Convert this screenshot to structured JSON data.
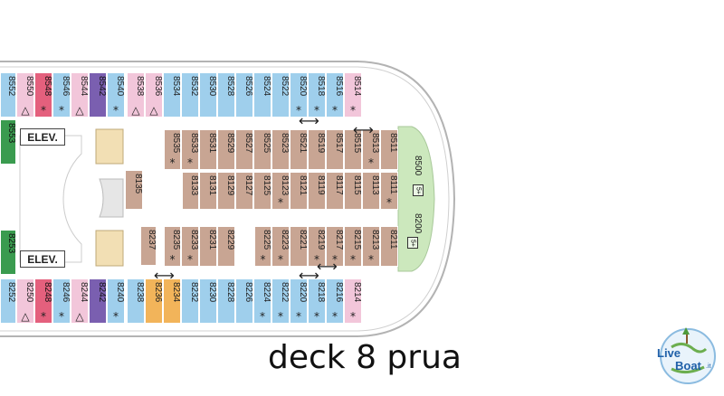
{
  "caption": "deck 8 prua",
  "logo": {
    "line1": "Live",
    "line2": "Boat",
    "domain": ".it"
  },
  "elevators": [
    {
      "label": "ELEV."
    },
    {
      "label": "ELEV."
    }
  ],
  "legend_symbols": {
    "star": "*",
    "triangle": "△",
    "double_arrow": "⟷"
  },
  "colors": {
    "blue": "#9fcfec",
    "pink": "#f2c6da",
    "red": "#e4607d",
    "purple": "#7a5fb0",
    "tan": "#c8a593",
    "orange": "#f2b45a",
    "green": "#3a9b4f",
    "light_green": "#cce8bd",
    "hull_grey": "#b3b3b3"
  },
  "cabins": [
    {
      "id": "8552",
      "color": "blue",
      "sym": ""
    },
    {
      "id": "8550",
      "color": "pink",
      "sym": "△"
    },
    {
      "id": "8548",
      "color": "red",
      "sym": "*"
    },
    {
      "id": "8546",
      "color": "blue",
      "sym": "*"
    },
    {
      "id": "8544",
      "color": "pink",
      "sym": "△"
    },
    {
      "id": "8542",
      "color": "purple",
      "sym": ""
    },
    {
      "id": "8540",
      "color": "blue",
      "sym": "*"
    },
    {
      "id": "8538",
      "color": "pink",
      "sym": "△"
    },
    {
      "id": "8536",
      "color": "pink",
      "sym": "△"
    },
    {
      "id": "8534",
      "color": "blue",
      "sym": ""
    },
    {
      "id": "8532",
      "color": "blue",
      "sym": ""
    },
    {
      "id": "8530",
      "color": "blue",
      "sym": ""
    },
    {
      "id": "8528",
      "color": "blue",
      "sym": ""
    },
    {
      "id": "8526",
      "color": "blue",
      "sym": ""
    },
    {
      "id": "8524",
      "color": "blue",
      "sym": ""
    },
    {
      "id": "8522",
      "color": "blue",
      "sym": ""
    },
    {
      "id": "8520",
      "color": "blue",
      "sym": "*"
    },
    {
      "id": "8518",
      "color": "blue",
      "sym": "*"
    },
    {
      "id": "8516",
      "color": "blue",
      "sym": "*"
    },
    {
      "id": "8514",
      "color": "pink",
      "sym": "*"
    },
    {
      "id": "8535",
      "color": "tan",
      "sym": "*"
    },
    {
      "id": "8533",
      "color": "tan",
      "sym": "*"
    },
    {
      "id": "8531",
      "color": "tan",
      "sym": ""
    },
    {
      "id": "8529",
      "color": "tan",
      "sym": ""
    },
    {
      "id": "8527",
      "color": "tan",
      "sym": ""
    },
    {
      "id": "8525",
      "color": "tan",
      "sym": ""
    },
    {
      "id": "8523",
      "color": "tan",
      "sym": ""
    },
    {
      "id": "8521",
      "color": "tan",
      "sym": ""
    },
    {
      "id": "8519",
      "color": "tan",
      "sym": ""
    },
    {
      "id": "8517",
      "color": "tan",
      "sym": ""
    },
    {
      "id": "8515",
      "color": "tan",
      "sym": ""
    },
    {
      "id": "8513",
      "color": "tan",
      "sym": "*"
    },
    {
      "id": "8511",
      "color": "tan",
      "sym": ""
    },
    {
      "id": "8135",
      "color": "tan",
      "sym": ""
    },
    {
      "id": "8133",
      "color": "tan",
      "sym": ""
    },
    {
      "id": "8131",
      "color": "tan",
      "sym": ""
    },
    {
      "id": "8129",
      "color": "tan",
      "sym": ""
    },
    {
      "id": "8127",
      "color": "tan",
      "sym": ""
    },
    {
      "id": "8125",
      "color": "tan",
      "sym": ""
    },
    {
      "id": "8123",
      "color": "tan",
      "sym": "*"
    },
    {
      "id": "8121",
      "color": "tan",
      "sym": ""
    },
    {
      "id": "8119",
      "color": "tan",
      "sym": ""
    },
    {
      "id": "8117",
      "color": "tan",
      "sym": ""
    },
    {
      "id": "8115",
      "color": "tan",
      "sym": ""
    },
    {
      "id": "8113",
      "color": "tan",
      "sym": ""
    },
    {
      "id": "8111",
      "color": "tan",
      "sym": "*"
    },
    {
      "id": "8237",
      "color": "tan",
      "sym": ""
    },
    {
      "id": "8235",
      "color": "tan",
      "sym": "*"
    },
    {
      "id": "8233",
      "color": "tan",
      "sym": "*"
    },
    {
      "id": "8231",
      "color": "tan",
      "sym": ""
    },
    {
      "id": "8229",
      "color": "tan",
      "sym": ""
    },
    {
      "id": "8225",
      "color": "tan",
      "sym": "*"
    },
    {
      "id": "8223",
      "color": "tan",
      "sym": "*"
    },
    {
      "id": "8221",
      "color": "tan",
      "sym": ""
    },
    {
      "id": "8219",
      "color": "tan",
      "sym": "*"
    },
    {
      "id": "8217",
      "color": "tan",
      "sym": "*"
    },
    {
      "id": "8215",
      "color": "tan",
      "sym": "*"
    },
    {
      "id": "8213",
      "color": "tan",
      "sym": "*"
    },
    {
      "id": "8211",
      "color": "tan",
      "sym": ""
    },
    {
      "id": "8252",
      "color": "blue",
      "sym": ""
    },
    {
      "id": "8250",
      "color": "pink",
      "sym": "△"
    },
    {
      "id": "8248",
      "color": "red",
      "sym": "*"
    },
    {
      "id": "8246",
      "color": "blue",
      "sym": "*"
    },
    {
      "id": "8244",
      "color": "pink",
      "sym": "△"
    },
    {
      "id": "8242",
      "color": "purple",
      "sym": ""
    },
    {
      "id": "8240",
      "color": "blue",
      "sym": "*"
    },
    {
      "id": "8238",
      "color": "blue",
      "sym": ""
    },
    {
      "id": "8236",
      "color": "orange",
      "sym": ""
    },
    {
      "id": "8234",
      "color": "orange",
      "sym": ""
    },
    {
      "id": "8232",
      "color": "blue",
      "sym": ""
    },
    {
      "id": "8230",
      "color": "blue",
      "sym": ""
    },
    {
      "id": "8228",
      "color": "blue",
      "sym": ""
    },
    {
      "id": "8226",
      "color": "blue",
      "sym": ""
    },
    {
      "id": "8224",
      "color": "blue",
      "sym": "*"
    },
    {
      "id": "8222",
      "color": "blue",
      "sym": "*"
    },
    {
      "id": "8220",
      "color": "blue",
      "sym": "*"
    },
    {
      "id": "8218",
      "color": "blue",
      "sym": "*"
    },
    {
      "id": "8216",
      "color": "blue",
      "sym": "*"
    },
    {
      "id": "8214",
      "color": "pink",
      "sym": "*"
    },
    {
      "id": "8553",
      "color": "green",
      "sym": ""
    },
    {
      "id": "8253",
      "color": "green",
      "sym": ""
    }
  ],
  "suites": [
    {
      "id": "8500",
      "badge": "5+"
    },
    {
      "id": "8200",
      "badge": "5+"
    }
  ]
}
